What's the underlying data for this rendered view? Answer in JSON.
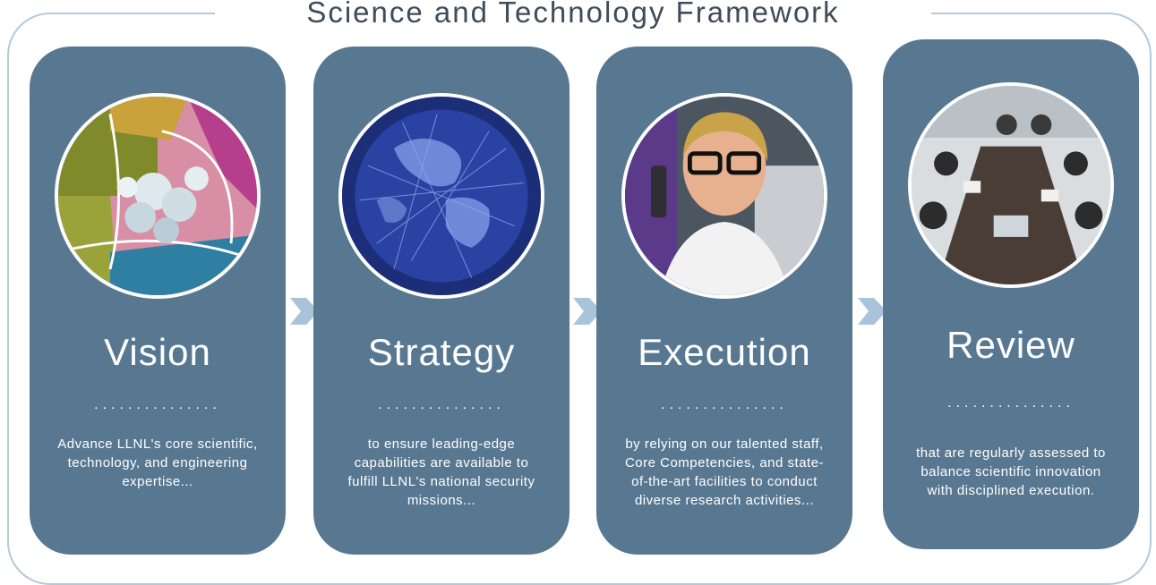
{
  "title": "Science and Technology Framework",
  "cards": [
    {
      "heading": "Vision",
      "dots": "...............",
      "description": "Advance LLNL's core scientific, technology, and engineering expertise...",
      "image": "molecular-science-collage"
    },
    {
      "heading": "Strategy",
      "dots": "...............",
      "description": "to ensure leading-edge capabilities are available to fulfill LLNL's national security missions...",
      "image": "globe-network"
    },
    {
      "heading": "Execution",
      "dots": "...............",
      "description": "by relying on our talented staff, Core Competencies, and state-of-the-art facilities to conduct diverse research activities...",
      "image": "scientist-portrait"
    },
    {
      "heading": "Review",
      "dots": "...............",
      "description": "that are regularly assessed to balance scientific innovation with disciplined execution.",
      "image": "meeting-table"
    }
  ],
  "colors": {
    "card": "#587891",
    "frame": "#b5c9d9",
    "arrow": "#a9c3db",
    "title": "#3f4c5a"
  }
}
